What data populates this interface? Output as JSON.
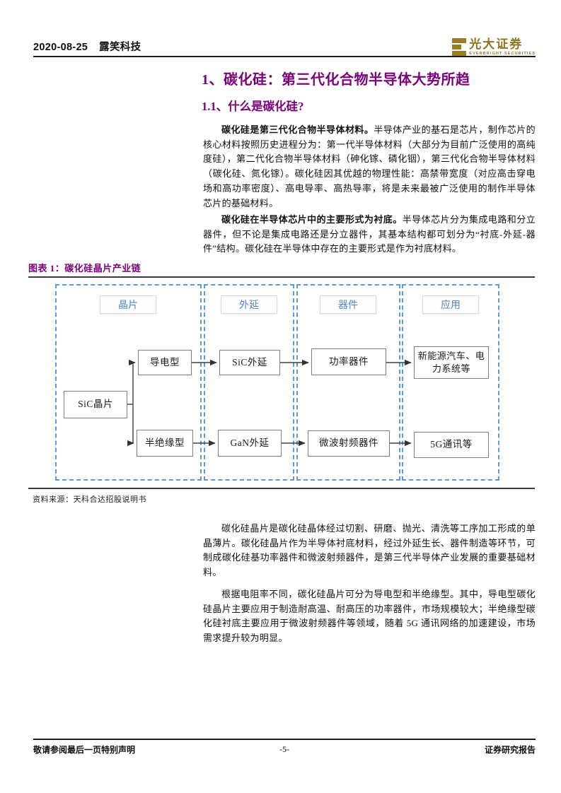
{
  "header": {
    "date": "2020-08-25",
    "company": "露笑科技"
  },
  "logo": {
    "brand_cn": "光大证券",
    "brand_en": "EVERBRIGHT SECURITIES",
    "color": "#9a7b25"
  },
  "section": {
    "title": "1、碳化硅：第三代化合物半导体大势所趋",
    "subtitle": "1.1、什么是碳化硅?",
    "accent_color": "#7c007c"
  },
  "paragraphs": {
    "p1_bold": "碳化硅是第三代化合物半导体材料。",
    "p1_rest": "半导体产业的基石是芯片，制作芯片的核心材料按照历史进程分为：第一代半导体材料（大部分为目前广泛使用的高纯度硅），第二代化合物半导体材料（砷化镓、磷化铟），第三代化合物半导体材料（碳化硅、氮化镓）。碳化硅因其优越的物理性能：高禁带宽度（对应高击穿电场和高功率密度）、高电导率、高热导率，将是未来最被广泛使用的制作半导体芯片的基础材料。",
    "p2_bold": "碳化硅在半导体芯片中的主要形式为衬底。",
    "p2_rest": "半导体芯片分为集成电路和分立器件，但不论是集成电路还是分立器件，其基本结构都可划分为“衬底-外延-器件”结构。碳化硅在半导体中存在的主要形式是作为衬底材料。",
    "p3": "碳化硅晶片是碳化硅晶体经过切割、研磨、抛光、清洗等工序加工形成的单晶薄片。碳化硅晶片作为半导体衬底材料，经过外延生长、器件制造等环节，可制成碳化硅基功率器件和微波射频器件，是第三代半导体产业发展的重要基础材料。",
    "p4": "根据电阻率不同，碳化硅晶片可分为导电型和半绝缘型。其中，导电型碳化硅晶片主要应用于制造耐高温、耐高压的功率器件，市场规模较大；半绝缘型碳化硅衬底主要应用于微波射频器件等领域，随着 5G 通讯网络的加速建设，市场需求提升较为明显。"
  },
  "figure": {
    "caption": "图表 1：碳化硅晶片产业链",
    "source": "资料来源：天科合达招股说明书",
    "columns": [
      "晶片",
      "外延",
      "器件",
      "应用"
    ],
    "nodes": {
      "root": "SiC晶片",
      "conductive": "导电型",
      "semi_insulating": "半绝缘型",
      "sic_epitaxy": "SiC外延",
      "gan_epitaxy": "GaN外延",
      "power_device": "功率器件",
      "rf_device": "微波射频器件",
      "app_new_energy": "新能源汽车、电力系统等",
      "app_5g": "5G通讯等"
    },
    "colors": {
      "dashed_border": "#5b9bd5",
      "column_label": "#4f87c5"
    }
  },
  "footer": {
    "left": "敬请参阅最后一页特别声明",
    "center": "-5-",
    "right": "证券研究报告"
  }
}
